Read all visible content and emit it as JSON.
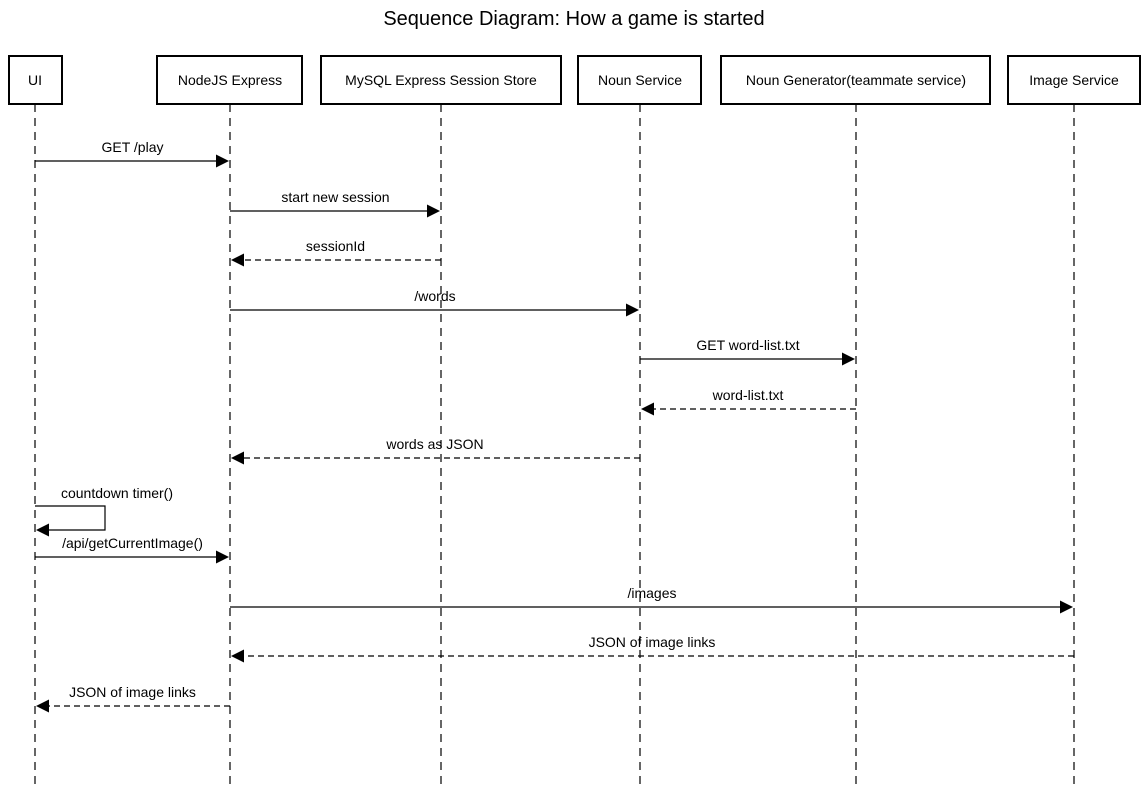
{
  "title": "Sequence Diagram: How a game is started",
  "participants": [
    {
      "id": "ui",
      "label": "UI"
    },
    {
      "id": "express",
      "label": "NodeJS Express"
    },
    {
      "id": "store",
      "label": "MySQL Express Session Store"
    },
    {
      "id": "noun",
      "label": "Noun Service"
    },
    {
      "id": "gen",
      "label": "Noun Generator(teammate service)"
    },
    {
      "id": "image",
      "label": "Image Service"
    }
  ],
  "messages": [
    {
      "from": "ui",
      "to": "express",
      "label": "GET /play",
      "style": "solid"
    },
    {
      "from": "express",
      "to": "store",
      "label": "start new session",
      "style": "solid"
    },
    {
      "from": "store",
      "to": "express",
      "label": "sessionId",
      "style": "dashed"
    },
    {
      "from": "express",
      "to": "noun",
      "label": "/words",
      "style": "solid"
    },
    {
      "from": "noun",
      "to": "gen",
      "label": "GET word-list.txt",
      "style": "solid"
    },
    {
      "from": "gen",
      "to": "noun",
      "label": "word-list.txt",
      "style": "dashed"
    },
    {
      "from": "noun",
      "to": "express",
      "label": "words as JSON",
      "style": "dashed"
    },
    {
      "from": "ui",
      "to": "ui",
      "label": "countdown timer()",
      "style": "self"
    },
    {
      "from": "ui",
      "to": "express",
      "label": "/api/getCurrentImage()",
      "style": "solid"
    },
    {
      "from": "express",
      "to": "image",
      "label": "/images",
      "style": "solid"
    },
    {
      "from": "image",
      "to": "express",
      "label": "JSON of image links",
      "style": "dashed"
    },
    {
      "from": "express",
      "to": "ui",
      "label": "JSON of image links",
      "style": "dashed"
    }
  ]
}
